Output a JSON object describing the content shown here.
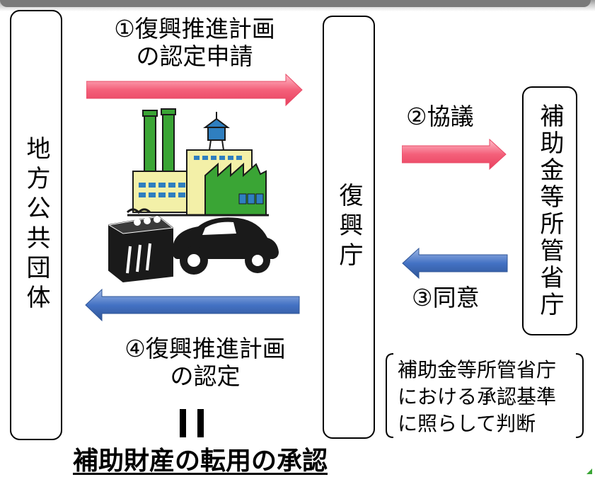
{
  "left_box": {
    "label": "地方公共団体"
  },
  "center_box": {
    "label": "復興庁"
  },
  "right_box": {
    "label": "補助金等所管省庁"
  },
  "steps": {
    "step1": "①復興推進計画\nの認定申請",
    "step2": "②協議",
    "step3": "③同意",
    "step4": "④復興推進計画\nの認定"
  },
  "note": "補助金等所管省庁\nにおける承認基準\nに照らして判断",
  "bottom_title": "補助財産の転用の承認",
  "colors": {
    "red_arrow": "#f4607a",
    "red_arrow_light": "#ffc0cc",
    "blue_arrow": "#4472c4",
    "blue_arrow_light": "#9fb8e6",
    "factory_green": "#3aa535",
    "factory_yellow": "#f3f0a8",
    "factory_blue": "#2f7fc0",
    "factory_dark": "#1a1a1a"
  },
  "icons": {
    "factory_illustration": "factory-with-car-clipart"
  }
}
